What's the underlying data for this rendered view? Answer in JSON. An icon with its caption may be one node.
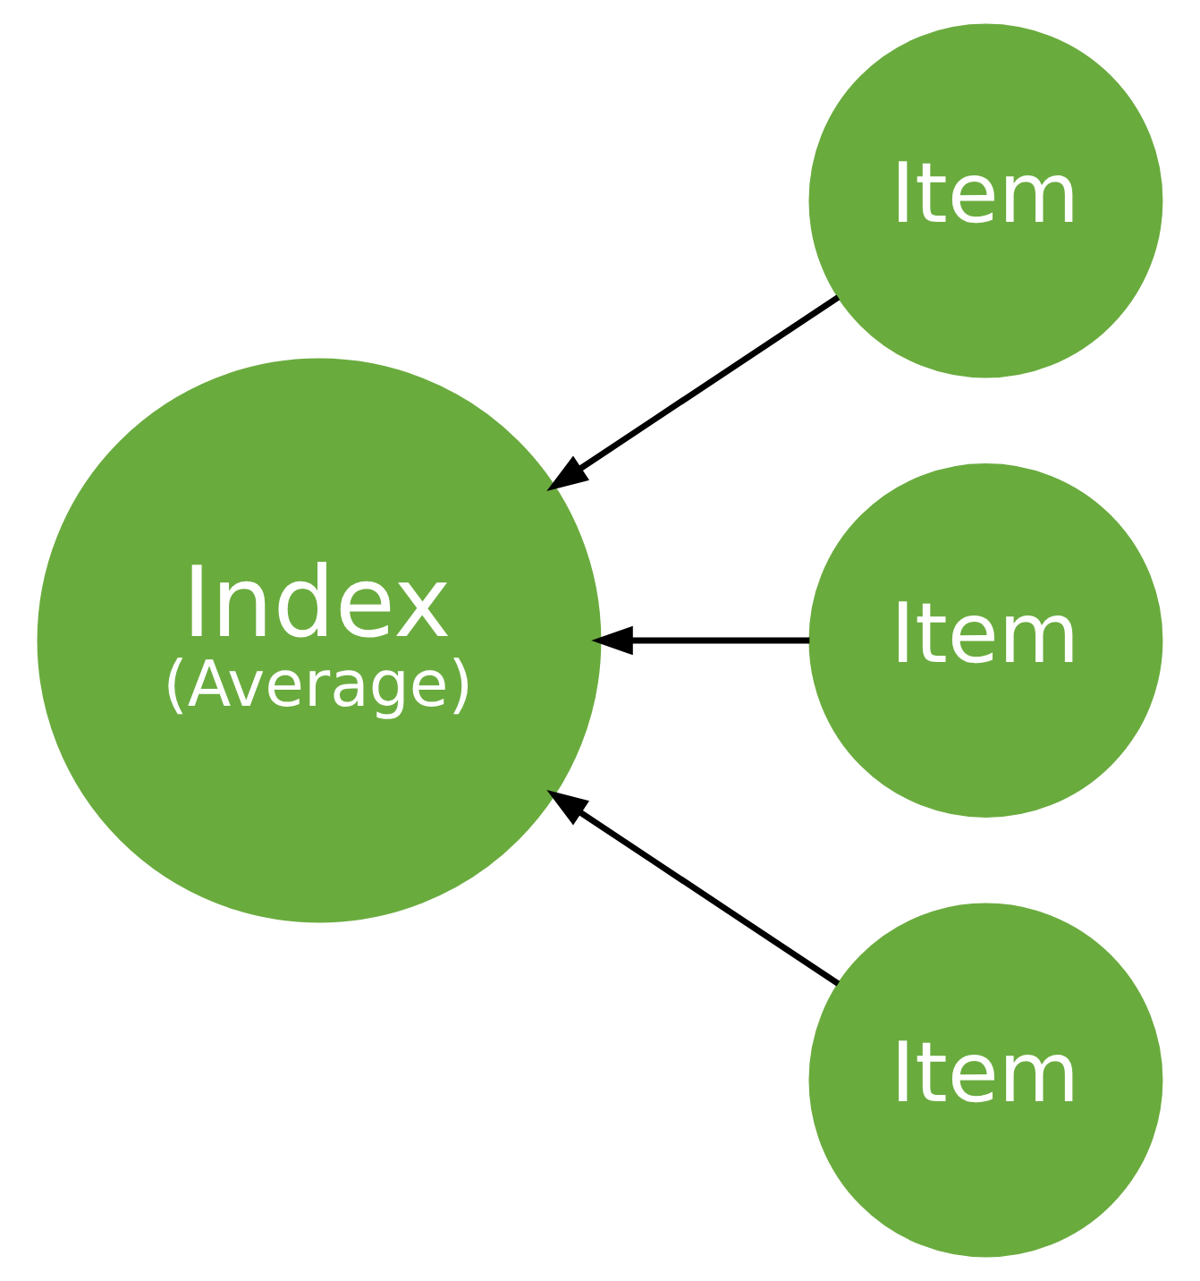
{
  "diagram": {
    "nodes": [
      {
        "text": [
          "Index",
          "(Average)"
        ]
      },
      {
        "text": [
          "Item"
        ]
      },
      {
        "text": [
          "Item"
        ]
      },
      {
        "text": [
          "Item"
        ]
      }
    ],
    "edges": [
      {
        "from": 1,
        "to": 0,
        "arrow": "to"
      },
      {
        "from": 2,
        "to": 0,
        "arrow": "to"
      },
      {
        "from": 3,
        "to": 0,
        "arrow": "to"
      }
    ]
  }
}
